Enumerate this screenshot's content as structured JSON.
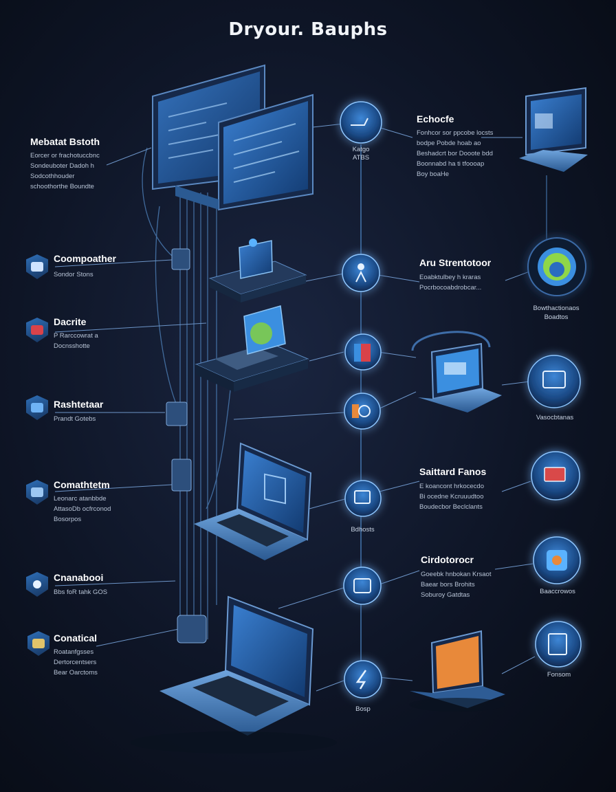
{
  "title": "Dryour. Bauphs",
  "left_nodes": [
    {
      "heading": "Mebatat Bstoth",
      "lines": [
        "Eorcer or frachotuccbnc",
        "Sondeuboter Dadoh h",
        "Sodcothhouder",
        "schoothorthe Boundte"
      ],
      "icon": "none"
    },
    {
      "heading": "Coompoather",
      "lines": [
        "Sondor Stons"
      ],
      "icon": "shield-monitor-icon"
    },
    {
      "heading": "Dacrite",
      "lines": [
        "P Rarccowrat a",
        "Docnsshotte"
      ],
      "icon": "shield-red-icon"
    },
    {
      "heading": "Rashtetaar",
      "lines": [
        "Prandt Gotebs"
      ],
      "icon": "shield-cube-icon"
    },
    {
      "heading": "Comathtetm",
      "lines": [
        "Leonarc atanbbde",
        "AttasoDb ocfrconod",
        "Bosorpos"
      ],
      "icon": "shield-window-icon"
    },
    {
      "heading": "Cnanabooi",
      "lines": [
        "Bbs foR tahk GOS"
      ],
      "icon": "shield-circle-icon"
    },
    {
      "heading": "Conatical",
      "lines": [
        "Roatanfgsses",
        "Dertorcentsers",
        "Bear Oarctoms"
      ],
      "icon": "shield-gold-icon"
    }
  ],
  "center_nodes": [
    {
      "caption": "Katgo\nATBS",
      "icon": "hand-globe-icon"
    },
    {
      "caption": "",
      "icon": "person-icon"
    },
    {
      "caption": "",
      "icon": "book-icon"
    },
    {
      "caption": "",
      "icon": "disc-icon"
    },
    {
      "caption": "Bdhosts",
      "icon": "hand-device-icon"
    },
    {
      "caption": "",
      "icon": "chip-icon"
    },
    {
      "caption": "Bosp",
      "icon": "lightning-icon"
    }
  ],
  "right_labels": [
    {
      "heading": "Echocfe",
      "lines": [
        "Fonhcor sor ppcobe locsts",
        "bodpe Pobde hoab ao",
        "Beshadcrt bor Dooote bdd",
        "Boonnabd ha ti tfoooap",
        "Boy boaHe"
      ]
    },
    {
      "heading": "Aru Strentotoor",
      "lines": [
        "Eoabktulbey h kraras",
        "Pocrbocoabdrobcar..."
      ]
    },
    {
      "heading": "Saittard Fanos",
      "lines": [
        "E koancont hrkocecdo",
        "Bi ocedne Kcruuudtoo",
        "Boudecbor Beclclants"
      ]
    },
    {
      "heading": "Cirdotorocr",
      "lines": [
        "Goeebk hnbokan Krsaot",
        "Baear bors Brohits",
        "Soburoy Gatdtas"
      ]
    }
  ],
  "right_captions": [
    "Bowthactionaos Boadtos",
    "Vasocbtanas",
    "Baaccrowos",
    "Fonsom"
  ],
  "colors": {
    "accent": "#3b8fe0",
    "glow": "#5ab2ff",
    "background": "#0e1526",
    "orange": "#e8893a",
    "green": "#8fd64a"
  }
}
